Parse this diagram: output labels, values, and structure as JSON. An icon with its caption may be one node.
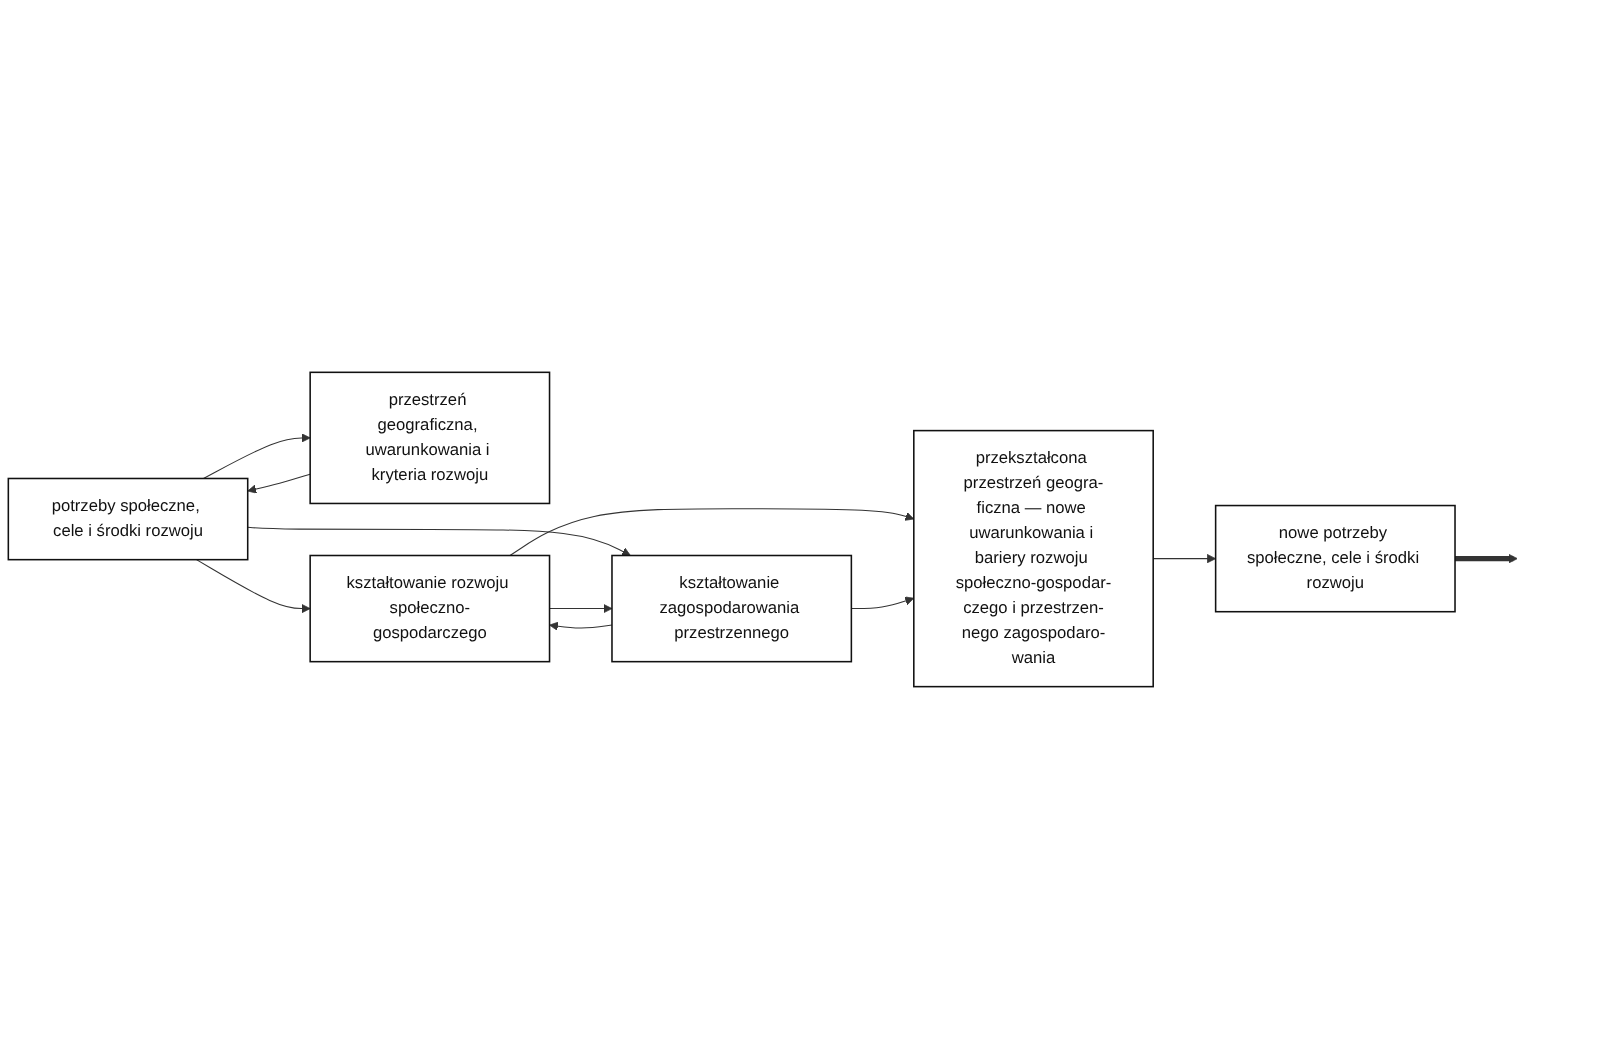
{
  "diagram": {
    "nodes": [
      {
        "text": [
          "potrzeby społeczne, cele i środki rozwoju"
        ]
      },
      {
        "text": [
          "nowe potrzeby społeczne, cele i środki rozwoju"
        ]
      },
      {
        "text": [
          "przestrzeń geograficzna, uwarunkowania i kryteria rozwoju"
        ]
      },
      {
        "text": [
          "kształtowanie rozwoju społeczno-gospodarczego"
        ]
      },
      {
        "text": [
          "przekształcona przestrzeń geogra-ficzna — nowe uwarunkowania i bariery rozwoju społeczno-gospodar-czego i przestrzen-nego zagospodaro-wania"
        ]
      },
      {
        "text": [
          "kształtowanie zagospodarowania przestrzennego"
        ]
      }
    ],
    "edges": [
      {
        "from": 0,
        "to": 2,
        "arrow": "to"
      },
      {
        "from": 2,
        "to": 0,
        "arrow": "to"
      },
      {
        "from": 0,
        "to": 3,
        "arrow": "to"
      },
      {
        "from": 0,
        "to": 5,
        "arrow": "to"
      },
      {
        "from": 3,
        "to": 5,
        "arrow": "to"
      },
      {
        "from": 5,
        "to": 3,
        "arrow": "to"
      },
      {
        "from": 3,
        "to": 4,
        "arrow": "to"
      },
      {
        "from": 5,
        "to": 4,
        "arrow": "to"
      },
      {
        "from": 4,
        "to": 1,
        "arrow": "to"
      },
      {
        "from": 1,
        "to": null,
        "arrow": "to",
        "style": "thick"
      }
    ]
  }
}
